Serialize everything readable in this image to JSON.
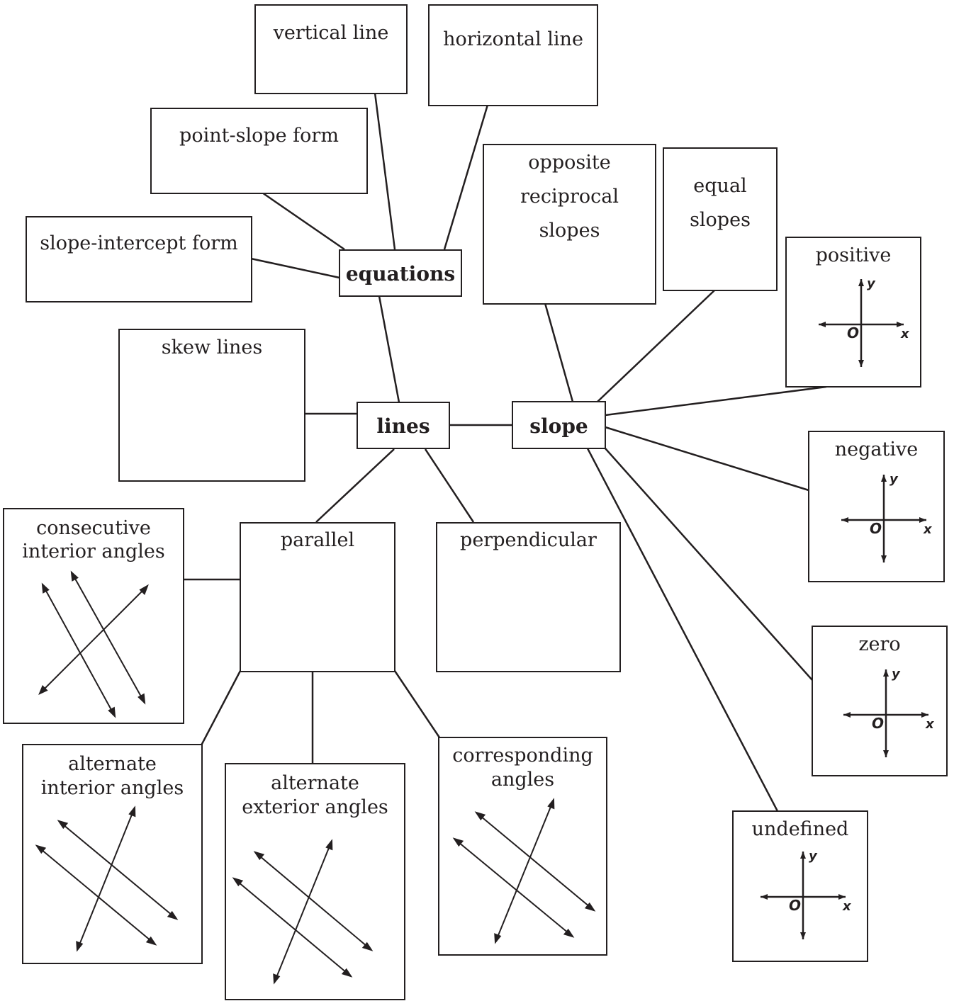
{
  "diagram": {
    "hubs": {
      "lines": "lines",
      "slope": "slope",
      "equations": "equations"
    },
    "equation_types": {
      "vertical": "vertical line",
      "horizontal": "horizontal line",
      "point_slope": "point-slope form",
      "slope_intercept": "slope-intercept form"
    },
    "line_types": {
      "skew": "skew lines",
      "parallel": "parallel",
      "perpendicular": "perpendicular"
    },
    "slope_relations": {
      "opposite_reciprocal": [
        "opposite",
        "reciprocal",
        "slopes"
      ],
      "equal": [
        "equal",
        "slopes"
      ]
    },
    "slope_types": {
      "positive": "positive",
      "negative": "negative",
      "zero": "zero",
      "undefined": "undefined"
    },
    "angle_pairs": {
      "consecutive_interior": [
        "consecutive",
        "interior angles"
      ],
      "alternate_interior": [
        "alternate",
        "interior angles"
      ],
      "alternate_exterior": [
        "alternate",
        "exterior angles"
      ],
      "corresponding": [
        "corresponding",
        "angles"
      ]
    },
    "axis_labels": {
      "y": "y",
      "x": "x",
      "origin": "O"
    },
    "colors": {
      "ink": "#231f20",
      "background": "#ffffff"
    }
  }
}
